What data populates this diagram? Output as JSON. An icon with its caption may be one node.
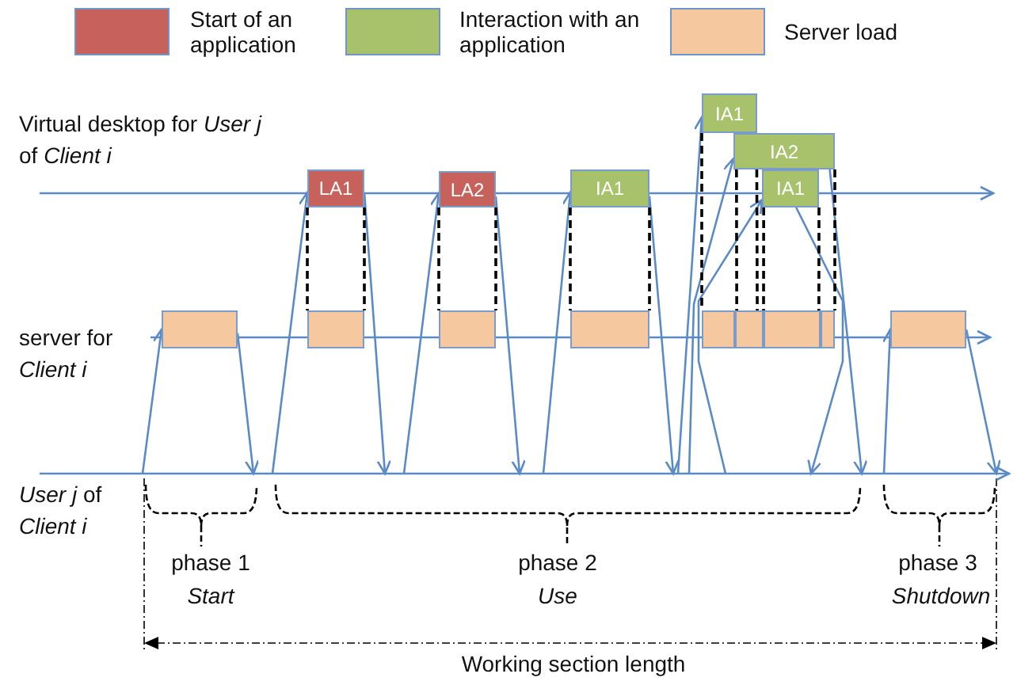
{
  "diagram": {
    "nodes": [
      {
        "text": [
          "IA1"
        ]
      },
      {
        "text": [
          "IA2"
        ]
      },
      {
        "text": [
          "LA1"
        ]
      },
      {
        "text": [
          "LA2"
        ]
      },
      {
        "text": [
          "IA1"
        ]
      },
      {
        "text": [
          "IA1"
        ]
      },
      {
        "text": [],
        "shape": "box"
      },
      {
        "text": [],
        "shape": "box"
      },
      {
        "text": [],
        "shape": "box"
      },
      {
        "text": [],
        "shape": "box"
      },
      {
        "text": [],
        "shape": "box"
      },
      {
        "text": [],
        "shape": "box"
      },
      {
        "text": [],
        "shape": "box"
      },
      {
        "text": [],
        "shape": "box"
      },
      {
        "text": [],
        "shape": "box"
      },
      {
        "text": [],
        "shape": "bar"
      },
      {
        "text": [],
        "shape": "bar"
      },
      {
        "text": [],
        "shape": "bar"
      }
    ],
    "edges": [
      {
        "from": 17,
        "to": 6,
        "arrow": "to"
      },
      {
        "from": 6,
        "to": 17,
        "arrow": "to"
      },
      {
        "from": 17,
        "to": 2,
        "arrow": "to"
      },
      {
        "from": 2,
        "to": 17,
        "arrow": "to"
      },
      {
        "from": 17,
        "to": 3,
        "arrow": "to"
      },
      {
        "from": 3,
        "to": 17,
        "arrow": "to"
      },
      {
        "from": 17,
        "to": 4,
        "arrow": "to"
      },
      {
        "from": 4,
        "to": 17,
        "arrow": "to"
      },
      {
        "from": 17,
        "to": 0,
        "arrow": "to"
      },
      {
        "from": 17,
        "to": 1,
        "arrow": "to"
      },
      {
        "from": 17,
        "to": 5,
        "arrow": "to"
      },
      {
        "from": 5,
        "to": 17,
        "arrow": "to"
      },
      {
        "from": 1,
        "to": 17,
        "arrow": "to"
      },
      {
        "from": 17,
        "to": 14,
        "arrow": "to"
      },
      {
        "from": 14,
        "to": 17,
        "arrow": "to"
      },
      {
        "from": 2,
        "to": 7,
        "arrow": "none",
        "style": "dashed",
        "color": "#000000"
      },
      {
        "from": 2,
        "to": 7,
        "arrow": "none",
        "style": "dashed",
        "color": "#000000"
      },
      {
        "from": 3,
        "to": 8,
        "arrow": "none",
        "style": "dashed",
        "color": "#000000"
      },
      {
        "from": 3,
        "to": 8,
        "arrow": "none",
        "style": "dashed",
        "color": "#000000"
      },
      {
        "from": 4,
        "to": 9,
        "arrow": "none",
        "style": "dashed",
        "color": "#000000"
      },
      {
        "from": 4,
        "to": 9,
        "arrow": "none",
        "style": "dashed",
        "color": "#000000"
      },
      {
        "from": 0,
        "to": 10,
        "arrow": "none",
        "style": "dashed",
        "color": "#000000"
      },
      {
        "from": 1,
        "to": 11,
        "arrow": "none",
        "style": "dashed",
        "color": "#000000"
      },
      {
        "from": 1,
        "to": 11,
        "arrow": "none",
        "style": "dashed",
        "color": "#000000"
      },
      {
        "from": 1,
        "to": 13,
        "arrow": "none",
        "style": "dashed",
        "color": "#000000"
      },
      {
        "from": 5,
        "to": 12,
        "arrow": "none",
        "style": "dashed",
        "color": "#000000"
      },
      {
        "from": 5,
        "to": 12,
        "arrow": "none",
        "style": "dashed",
        "color": "#000000"
      }
    ],
    "labels": [
      "Virtual desktop for *User j* of *Client i*",
      "server for *Client i*",
      "*User j* of *Client i*",
      "phase 1",
      "Start",
      "phase 2",
      "Use",
      "phase 3",
      "Shutdown",
      "Working section length"
    ],
    "legend": [
      {
        "text": "Start of an application",
        "color": "#c6625b"
      },
      {
        "text": "Interaction with an application",
        "color": "#a8c26c"
      },
      {
        "text": "Server load",
        "color": "#f5c8a0"
      }
    ]
  }
}
